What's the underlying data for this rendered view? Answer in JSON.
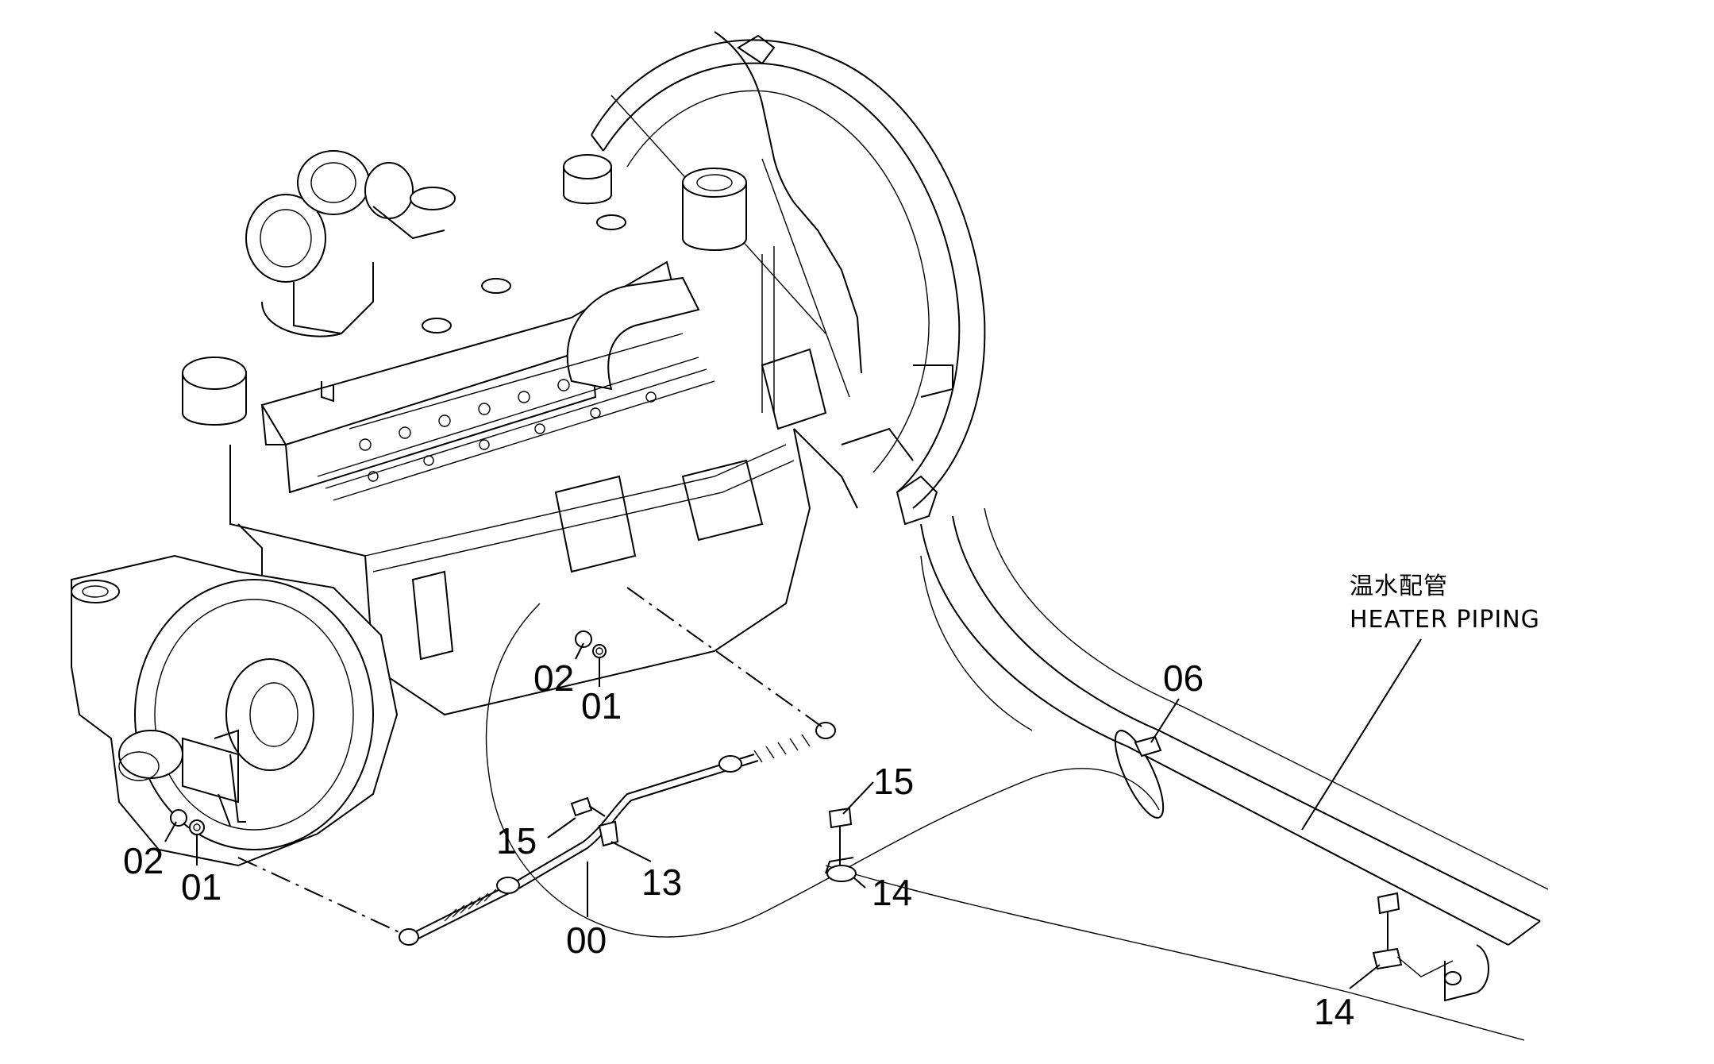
{
  "labels": {
    "heater_jp": "温水配管",
    "heater_en": "HEATER PIPING",
    "p06": "06",
    "p02_upper": "02",
    "p01_upper": "01",
    "p15_right": "15",
    "p15_mid": "15",
    "p13": "13",
    "p14_mid": "14",
    "p02_lower": "02",
    "p01_lower": "01",
    "p00": "00",
    "p14_lower": "14"
  },
  "colors": {
    "line": "#000000",
    "background": "#ffffff"
  }
}
